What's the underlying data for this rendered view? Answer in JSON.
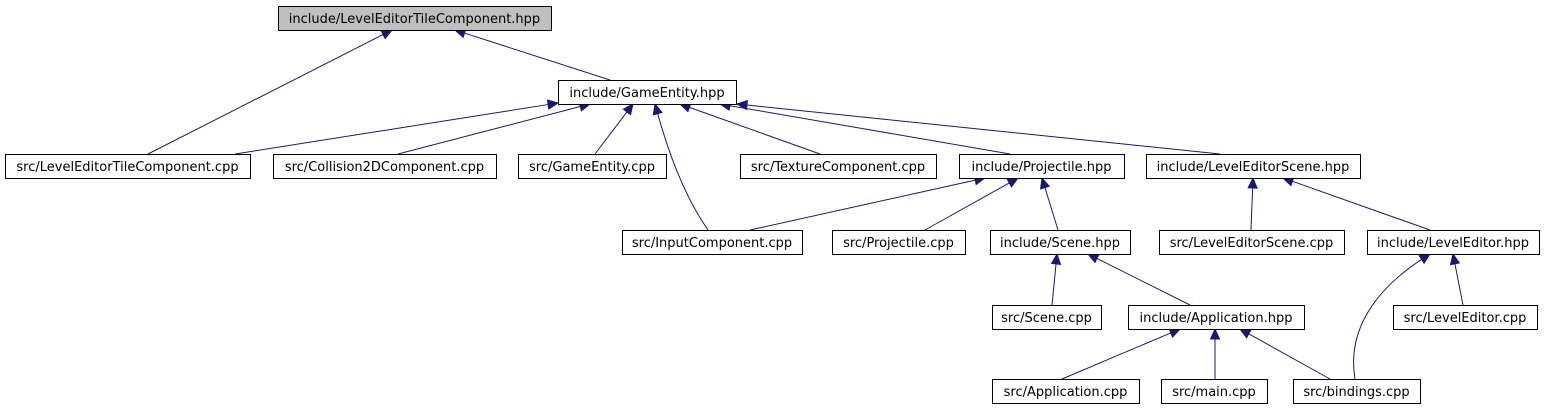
{
  "diagram": {
    "colors": {
      "edge": "#191970",
      "root_fill": "#bfbfbf",
      "node_fill": "#ffffff",
      "node_stroke": "#000000"
    },
    "nodes": [
      {
        "id": "n0",
        "label": "include/LevelEditorTileComponent.hpp",
        "root": true
      },
      {
        "id": "n1",
        "label": "include/GameEntity.hpp"
      },
      {
        "id": "n2",
        "label": "src/LevelEditorTileComponent.cpp"
      },
      {
        "id": "n3",
        "label": "src/Collision2DComponent.cpp"
      },
      {
        "id": "n4",
        "label": "src/GameEntity.cpp"
      },
      {
        "id": "n5",
        "label": "src/TextureComponent.cpp"
      },
      {
        "id": "n6",
        "label": "include/Projectile.hpp"
      },
      {
        "id": "n7",
        "label": "include/LevelEditorScene.hpp"
      },
      {
        "id": "n8",
        "label": "src/InputComponent.cpp"
      },
      {
        "id": "n9",
        "label": "src/Projectile.cpp"
      },
      {
        "id": "n10",
        "label": "include/Scene.hpp"
      },
      {
        "id": "n11",
        "label": "src/LevelEditorScene.cpp"
      },
      {
        "id": "n12",
        "label": "include/LevelEditor.hpp"
      },
      {
        "id": "n13",
        "label": "src/Scene.cpp"
      },
      {
        "id": "n14",
        "label": "include/Application.hpp"
      },
      {
        "id": "n15",
        "label": "src/LevelEditor.cpp"
      },
      {
        "id": "n16",
        "label": "src/Application.cpp"
      },
      {
        "id": "n17",
        "label": "src/main.cpp"
      },
      {
        "id": "n18",
        "label": "src/bindings.cpp"
      }
    ],
    "edges": [
      {
        "from": "n1",
        "to": "n0"
      },
      {
        "from": "n2",
        "to": "n0"
      },
      {
        "from": "n2",
        "to": "n1"
      },
      {
        "from": "n3",
        "to": "n1"
      },
      {
        "from": "n4",
        "to": "n1"
      },
      {
        "from": "n8",
        "to": "n1"
      },
      {
        "from": "n5",
        "to": "n1"
      },
      {
        "from": "n6",
        "to": "n1"
      },
      {
        "from": "n7",
        "to": "n1"
      },
      {
        "from": "n8",
        "to": "n6"
      },
      {
        "from": "n9",
        "to": "n6"
      },
      {
        "from": "n10",
        "to": "n6"
      },
      {
        "from": "n11",
        "to": "n7"
      },
      {
        "from": "n12",
        "to": "n7"
      },
      {
        "from": "n13",
        "to": "n10"
      },
      {
        "from": "n14",
        "to": "n10"
      },
      {
        "from": "n18",
        "to": "n12"
      },
      {
        "from": "n15",
        "to": "n12"
      },
      {
        "from": "n16",
        "to": "n14"
      },
      {
        "from": "n17",
        "to": "n14"
      },
      {
        "from": "n18",
        "to": "n14"
      }
    ]
  }
}
